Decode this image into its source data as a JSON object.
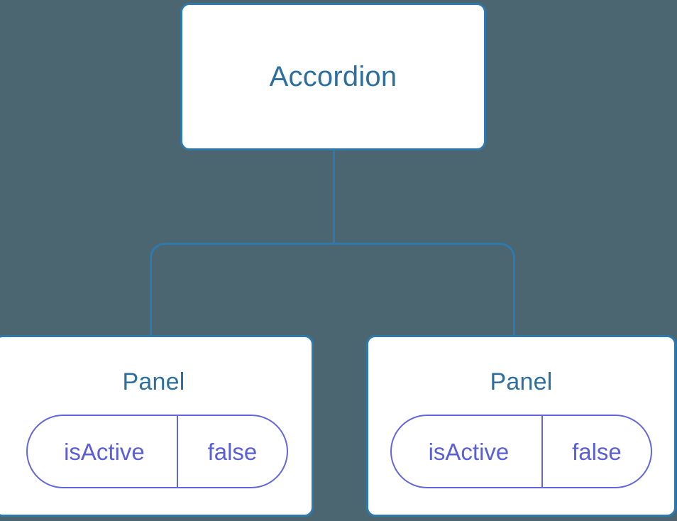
{
  "diagram": {
    "type": "component-tree",
    "background_color": "#4b6670",
    "node_border_color": "#2e79ae",
    "node_title_color": "#2e6f9e",
    "edge_color": "#2e79ae",
    "prop_border_color": "#6366dd",
    "prop_text_color": "#5a5ed8",
    "root": {
      "label": "Accordion"
    },
    "children": [
      {
        "label": "Panel",
        "props": [
          {
            "key": "isActive",
            "value": "false"
          }
        ]
      },
      {
        "label": "Panel",
        "props": [
          {
            "key": "isActive",
            "value": "false"
          }
        ]
      }
    ],
    "edges": [
      {
        "from": "Accordion",
        "to": "Panel"
      },
      {
        "from": "Accordion",
        "to": "Panel"
      }
    ]
  }
}
